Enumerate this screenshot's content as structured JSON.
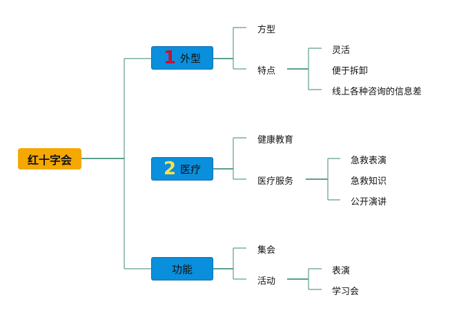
{
  "root": {
    "label": "红十字会"
  },
  "branches": [
    {
      "label": "外型",
      "badge": "1",
      "badge_color": "#c8102e",
      "children": [
        {
          "label": "方型"
        },
        {
          "label": "特点",
          "children": [
            "灵活",
            "便于拆卸",
            "线上各种咨询的信息差"
          ]
        }
      ]
    },
    {
      "label": "医疗",
      "badge": "2",
      "badge_color": "#ffe14a",
      "children": [
        {
          "label": "健康教育"
        },
        {
          "label": "医疗服务",
          "children": [
            "急救表演",
            "急救知识",
            "公开演讲"
          ]
        }
      ]
    },
    {
      "label": "功能",
      "badge": "",
      "children": [
        {
          "label": "集会"
        },
        {
          "label": "活动",
          "children": [
            "表演",
            "学习会"
          ]
        }
      ]
    }
  ],
  "colors": {
    "root_fill": "#f5a800",
    "branch_fill": "#0a8fdc",
    "connector": "#5a9e8c"
  }
}
